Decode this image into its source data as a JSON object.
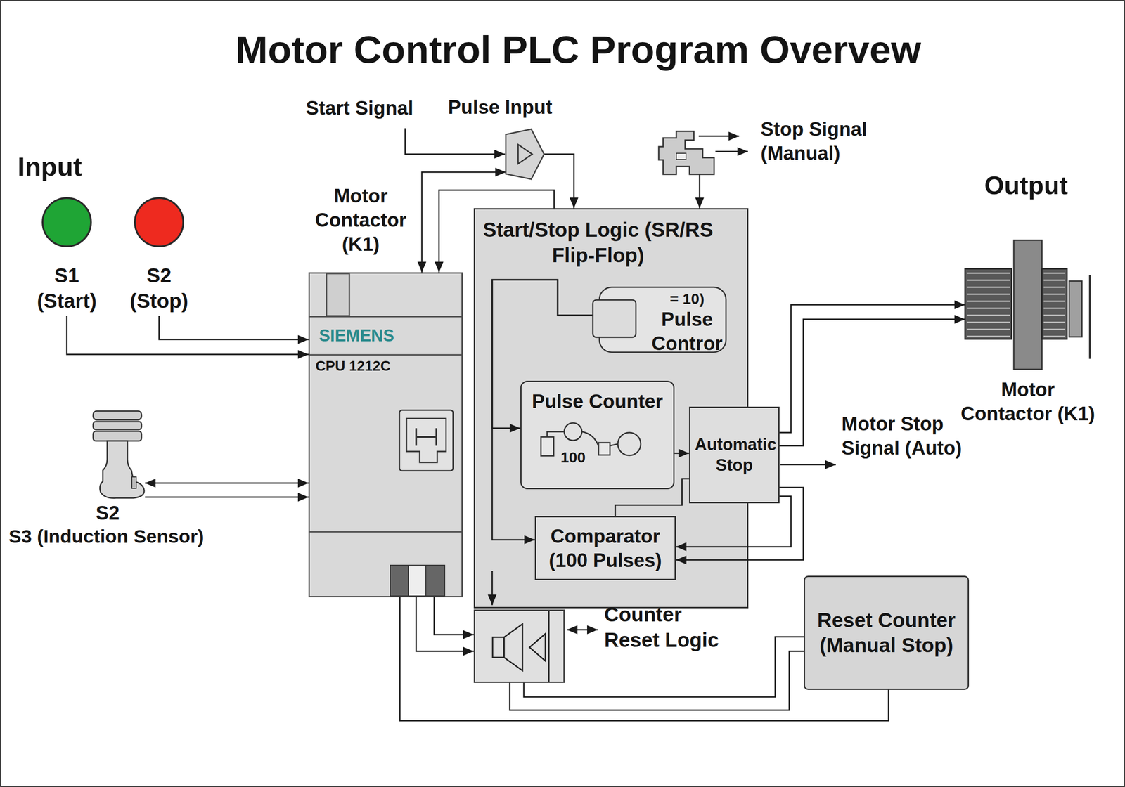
{
  "diagram": {
    "title": "Motor Control PLC Program Overvew",
    "nodes": [
      {
        "text": [
          "S1 (Start)"
        ]
      },
      {
        "text": [
          "S2 (Stop)"
        ]
      },
      {
        "text": [
          "SIEMENS",
          "CPU 1212C"
        ]
      },
      {
        "text": [
          "S2",
          "S3 (Induction Sensor)"
        ]
      },
      {
        "text": [
          "Pulse Input"
        ]
      },
      {
        "text": [
          "Stop Signal (Manual)"
        ]
      },
      {
        "text": [
          "Start/Stop Logic (SR/RS Flip-Flop)"
        ]
      },
      {
        "text": [
          "= 10)",
          "Pulse Contror"
        ],
        "in": 6
      },
      {
        "text": [
          "Pulse Counter",
          "100"
        ],
        "in": 6
      },
      {
        "text": [
          "Automatic Stop"
        ],
        "in": 6
      },
      {
        "text": [
          "Comparator (100 Pulses)"
        ],
        "in": 6
      },
      {
        "text": [
          "Counter Reset Logic"
        ]
      },
      {
        "text": [
          "Reset Counter (Manual Stop)"
        ]
      },
      {
        "text": [
          "Motor Contactor (K1)"
        ]
      }
    ],
    "edges": [
      {
        "from": 0,
        "to": 2,
        "arrow": "to"
      },
      {
        "from": 1,
        "to": 2,
        "arrow": "to"
      },
      {
        "from": 3,
        "to": 2,
        "arrow": "both"
      },
      {
        "from": 3,
        "to": 2,
        "arrow": "to"
      },
      {
        "from": 2,
        "to": 4,
        "arrow": "both"
      },
      {
        "from": 4,
        "to": 6,
        "arrow": "to"
      },
      {
        "from": 6,
        "to": 2,
        "arrow": "to"
      },
      {
        "from": 5,
        "to": 6,
        "arrow": "to"
      },
      {
        "from": 7,
        "to": 8,
        "arrow": "to"
      },
      {
        "from": 7,
        "to": 10,
        "arrow": "to"
      },
      {
        "from": 8,
        "to": 9,
        "arrow": "to"
      },
      {
        "from": 10,
        "to": 9,
        "arrow": "none"
      },
      {
        "from": 9,
        "to": 13,
        "arrow": "to"
      },
      {
        "from": 9,
        "to": 13,
        "arrow": "to"
      },
      {
        "from": 9,
        "to": 10,
        "arrow": "to"
      },
      {
        "from": 9,
        "to": 10,
        "arrow": "to"
      },
      {
        "from": 2,
        "to": 11,
        "arrow": "to"
      },
      {
        "from": 2,
        "to": 11,
        "arrow": "to"
      },
      {
        "from": 11,
        "to": 12,
        "arrow": "none"
      },
      {
        "from": 11,
        "to": 12,
        "arrow": "none"
      },
      {
        "from": 2,
        "to": 12,
        "arrow": "none"
      }
    ],
    "labels": [
      "Input",
      "Start Signal",
      "Motor Contactor (K1)",
      "Output",
      "Motor Stop Signal (Auto)"
    ]
  }
}
